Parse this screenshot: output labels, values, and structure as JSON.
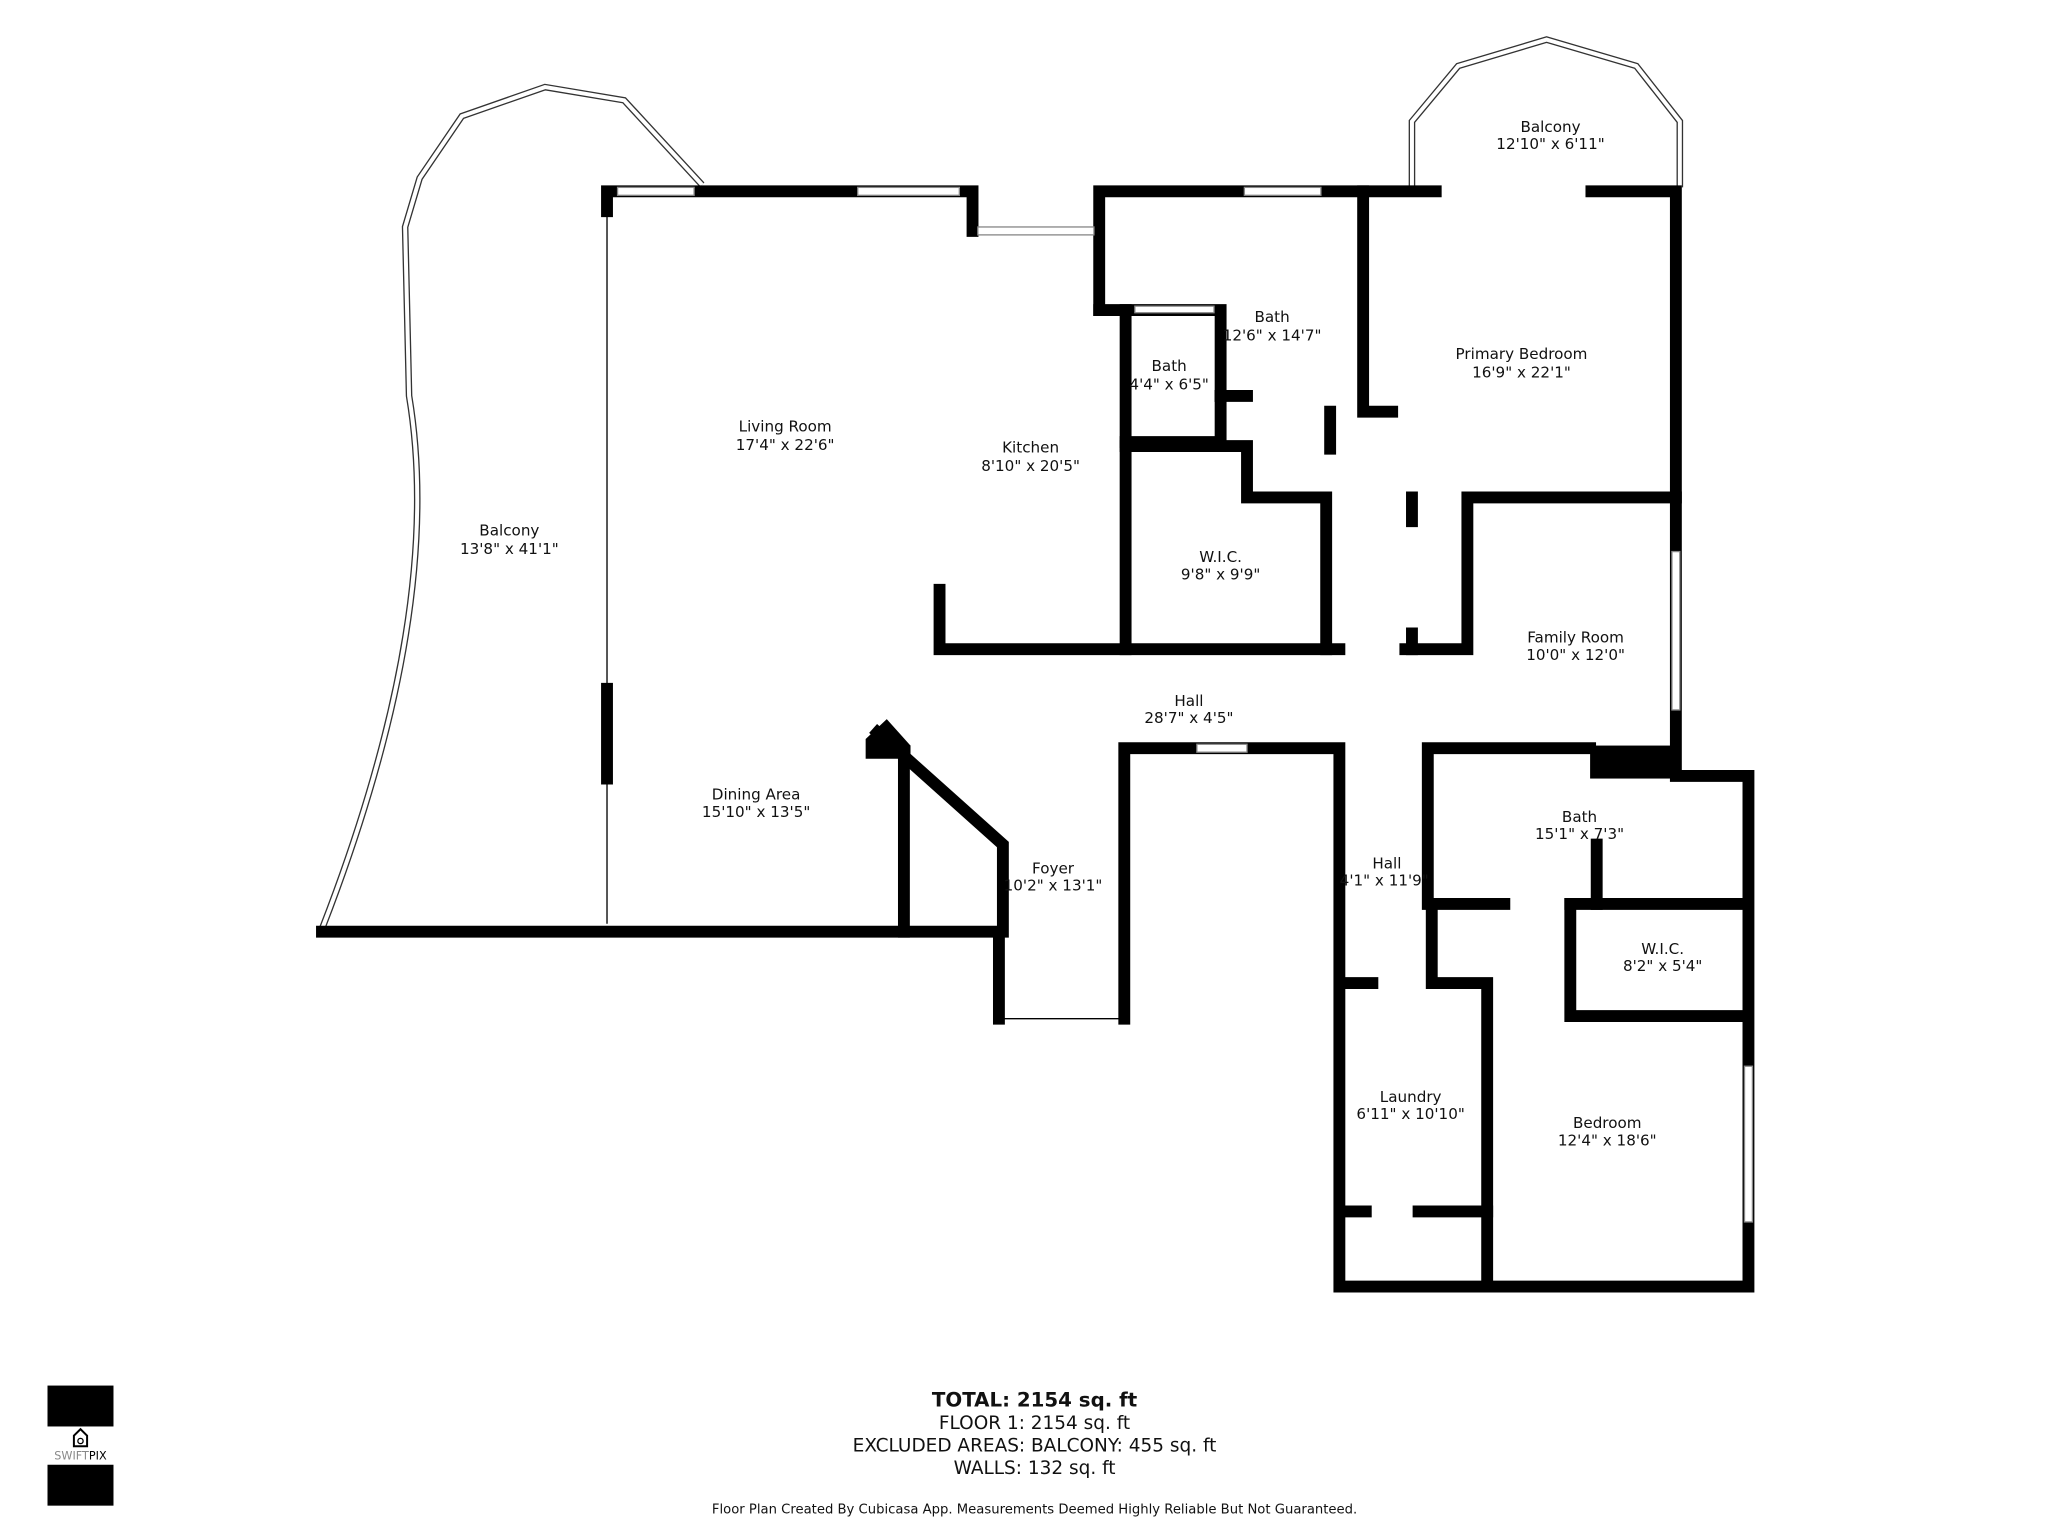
{
  "rooms": [
    {
      "name": "Balcony",
      "size": "13'8\" x 41'1\""
    },
    {
      "name": "Living Room",
      "size": "17'4\" x 22'6\""
    },
    {
      "name": "Kitchen",
      "size": "8'10\" x 20'5\""
    },
    {
      "name": "Bath",
      "size": "4'4\" x 6'5\""
    },
    {
      "name": "Bath",
      "size": "12'6\" x 14'7\""
    },
    {
      "name": "Balcony",
      "size": "12'10\" x 6'11\""
    },
    {
      "name": "Primary Bedroom",
      "size": "16'9\" x 22'1\""
    },
    {
      "name": "W.I.C.",
      "size": "9'8\" x 9'9\""
    },
    {
      "name": "Family Room",
      "size": "10'0\" x 12'0\""
    },
    {
      "name": "Hall",
      "size": "28'7\" x 4'5\""
    },
    {
      "name": "Dining Area",
      "size": "15'10\" x 13'5\""
    },
    {
      "name": "Foyer",
      "size": "10'2\" x 13'1\""
    },
    {
      "name": "Hall",
      "size": "4'1\" x 11'9\""
    },
    {
      "name": "Bath",
      "size": "15'1\" x 7'3\""
    },
    {
      "name": "W.I.C.",
      "size": "8'2\" x 5'4\""
    },
    {
      "name": "Laundry",
      "size": "6'11\" x 10'10\""
    },
    {
      "name": "Bedroom",
      "size": "12'4\" x 18'6\""
    }
  ],
  "summary": {
    "total": "TOTAL: 2154 sq. ft",
    "floor": "FLOOR 1: 2154 sq. ft",
    "excluded": "EXCLUDED AREAS: BALCONY: 455 sq. ft",
    "walls": "WALLS: 132 sq. ft",
    "disclaimer": "Floor Plan Created By Cubicasa App. Measurements Deemed Highly Reliable But Not Guaranteed."
  },
  "logo": {
    "text": "SWIFTPIX"
  }
}
